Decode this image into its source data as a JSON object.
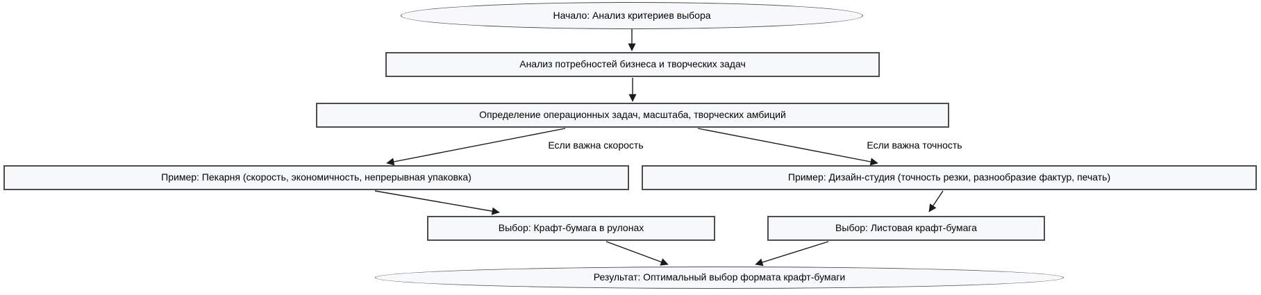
{
  "diagram": {
    "type": "flowchart",
    "nodes": {
      "start": {
        "shape": "ellipse",
        "label": "Начало: Анализ критериев выбора"
      },
      "analysis": {
        "shape": "rect",
        "label": "Анализ потребностей бизнеса и творческих задач"
      },
      "definition": {
        "shape": "rect",
        "label": "Определение операционных задач, масштаба, творческих амбиций"
      },
      "example_bakery": {
        "shape": "rect",
        "label": "Пример: Пекарня (скорость, экономичность, непрерывная упаковка)"
      },
      "example_design": {
        "shape": "rect",
        "label": "Пример: Дизайн-студия (точность резки, разнообразие фактур, печать)"
      },
      "choice_rolls": {
        "shape": "rect",
        "label": "Выбор: Крафт-бумага в рулонах"
      },
      "choice_sheets": {
        "shape": "rect",
        "label": "Выбор: Листовая крафт-бумага"
      },
      "result": {
        "shape": "ellipse",
        "label": "Результат: Оптимальный выбор формата крафт-бумаги"
      }
    },
    "edge_labels": {
      "speed": "Если важна скорость",
      "precision": "Если важна точность"
    },
    "edges": [
      {
        "from": "start",
        "to": "analysis",
        "label": ""
      },
      {
        "from": "analysis",
        "to": "definition",
        "label": ""
      },
      {
        "from": "definition",
        "to": "example_bakery",
        "label": "Если важна скорость"
      },
      {
        "from": "definition",
        "to": "example_design",
        "label": "Если важна точность"
      },
      {
        "from": "example_bakery",
        "to": "choice_rolls",
        "label": ""
      },
      {
        "from": "example_design",
        "to": "choice_sheets",
        "label": ""
      },
      {
        "from": "choice_rolls",
        "to": "result",
        "label": ""
      },
      {
        "from": "choice_sheets",
        "to": "result",
        "label": ""
      }
    ],
    "colors": {
      "background": "#ffffff",
      "node_fill": "#f7f8fa",
      "node_border": "#4d4d4d",
      "edge_line": "#1a1a1a",
      "text": "#000000"
    }
  }
}
